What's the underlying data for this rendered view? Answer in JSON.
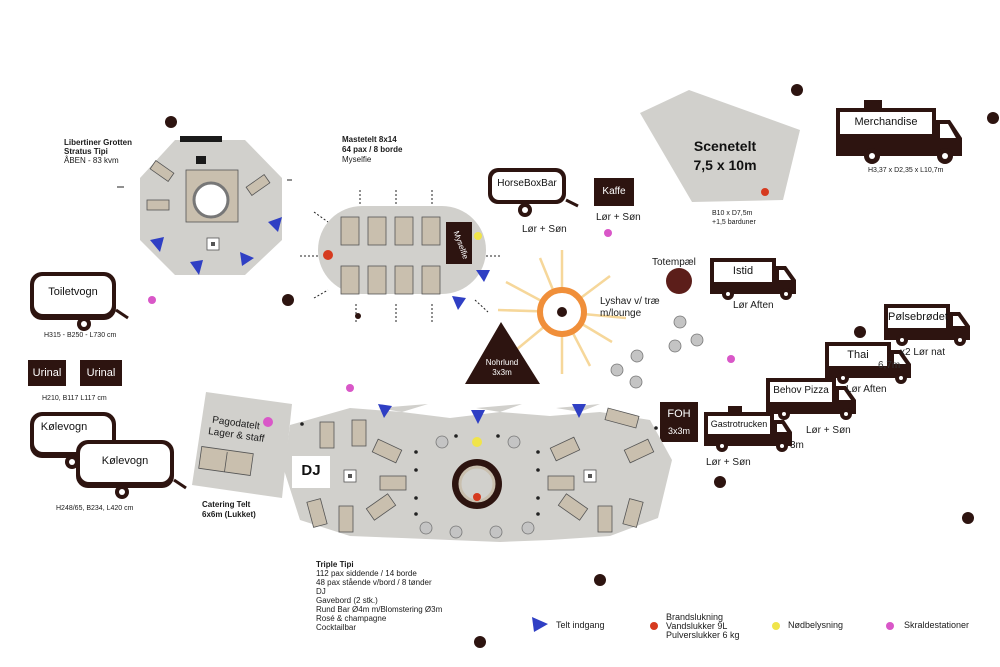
{
  "colors": {
    "brown": "#2d1410",
    "tent_gray": "#d1d0cc",
    "furniture": "#c9bfae",
    "blue": "#2f3fc4",
    "red": "#d63a1f",
    "yellow": "#f0e44a",
    "pink": "#d957c8",
    "orange": "#f08f3a",
    "sun": "#f6d79a"
  },
  "labels": {
    "libertiner_title1": "Libertiner Grotten",
    "libertiner_title2": "Stratus Tipi",
    "libertiner_sub": "ÅBEN - 83 kvm",
    "mastetelt_title": "Mastetelt 8x14",
    "mastetelt_sub1": "64 pax / 8 borde",
    "mastetelt_sub2": "Myselfie",
    "myselfie": "Myselfie",
    "horsebox": "HorseBoxBar",
    "horsebox_day": "Lør + Søn",
    "kaffe": "Kaffe",
    "kaffe_day": "Lør + Søn",
    "scenetelt1": "Scenetelt",
    "scenetelt2": "7,5 x 10m",
    "scenetelt_dim1": "B10 x D7,5m",
    "scenetelt_dim2": "+1,5 barduner",
    "merchandise": "Merchandise",
    "merchandise_dim": "H3,37 x D2,35 x L10,7m",
    "totempael": "Totempæl",
    "istid": "Istid",
    "istid_day": "Lør Aften",
    "lyshav1": "Lyshav v/ træ",
    "lyshav2": "m/lounge",
    "nohrlund1": "Nohrlund",
    "nohrlund2": "3x3m",
    "polsebrodet": "Pølsebrødet",
    "polse_day": "x2 Lør nat",
    "thai": "Thai",
    "thai_dim": "6,7m",
    "thai_day": "Lør Aften",
    "behov": "Behov Pizza",
    "behov_day": "Lør + Søn",
    "foh1": "FOH",
    "foh2": "3x3m",
    "gastro": "Gastrotrucken",
    "gastro_day": "Lør + Søn",
    "gastro_dim": "3m",
    "toiletvogn": "Toiletvogn",
    "toilet_dim": "H315 - B250 - L730 cm",
    "urinal1": "Urinal",
    "urinal2": "Urinal",
    "urinal_dim": "H210, B117 L117 cm",
    "kolevogn1": "Kølevogn",
    "kolevogn2": "Kølevogn",
    "kolevogn_dim": "H248/65, B234, L420 cm",
    "pagoda1": "Pagodatelt",
    "pagoda2": "Lager & staff",
    "catering1": "Catering Telt",
    "catering2": "6x6m (Lukket)",
    "dj": "DJ",
    "triple_lines": [
      "Triple Tipi",
      "112 pax siddende / 14 borde",
      "48 pax stående v/bord / 8 tønder",
      "DJ",
      "Gavebord (2 stk.)",
      "Rund Bar Ø4m m/Blomstering Ø3m",
      "Rosé & champagne",
      "Cocktailbar"
    ]
  },
  "legend": {
    "telt_indgang": "Telt indgang",
    "brand1": "Brandslukning",
    "brand2": "Vandslukker 9L",
    "brand3": "Pulverslukker 6 kg",
    "nodbelysning": "Nødbelysning",
    "skrald": "Skraldestationer"
  }
}
